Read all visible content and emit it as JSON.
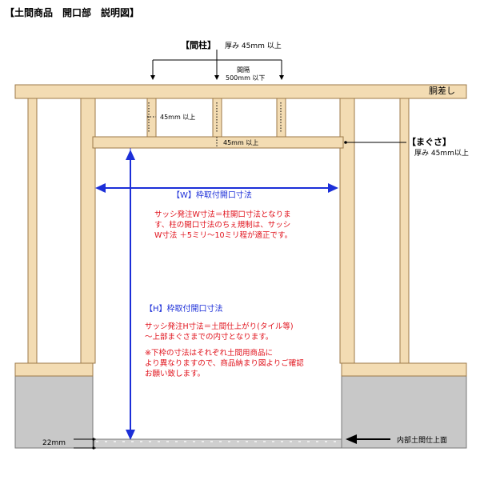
{
  "title": "【土間商品　開口部　説明図】",
  "labels": {
    "mabashira_title": "【間柱】",
    "mabashira_thickness": "厚み 45mm 以上",
    "spacing_line1": "間隔",
    "spacing_line2": "500mm 以下",
    "dosashi": "胴差し",
    "stud_width": "45mm 以上",
    "magusa_width": "45mm 以上",
    "magusa_title": "【まぐさ】",
    "magusa_thickness": "厚み 45mm以上",
    "w_title": "【W】枠取付開口寸法",
    "w_text_1": "サッシ発注W寸法＝柱開口寸法となりま",
    "w_text_2": "す、柱の開口寸法のちぇ規制は、サッシ",
    "w_text_3": "W寸法 ＋5ミリ～10ミリ程が適正です。",
    "h_title": "【H】枠取付開口寸法",
    "h_text_1": "サッシ発注H寸法＝土間仕上がり(タイル等)",
    "h_text_2": "～上部まぐさまでの内寸となります。",
    "note_1": "※下枠の寸法はそれぞれ土間用商品に",
    "note_2": "より異なりますので、商品納まり図よりご確認",
    "note_3": "お願い致します。",
    "dim_22": "22mm",
    "floor_label": "内部土間仕上面"
  },
  "colors": {
    "wood_fill": "#f3dcb3",
    "wood_stroke": "#9c7a48",
    "concrete_fill": "#c8c8c8",
    "concrete_stroke": "#7a7a7a",
    "dimension_blue": "#1c2fd8",
    "note_red": "#e0101a",
    "black": "#000000"
  }
}
